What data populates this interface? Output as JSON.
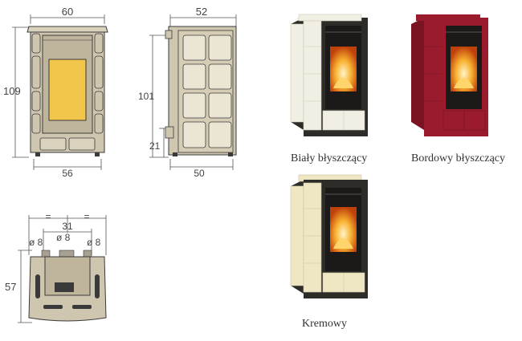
{
  "front_view": {
    "width": "60",
    "height": "109",
    "base_width": "56"
  },
  "side_view": {
    "width": "52",
    "height": "101",
    "outlet_height": "21",
    "base_width": "50"
  },
  "top_view": {
    "depth": "57",
    "spacing": "31",
    "eq_mark": "=",
    "left_pipe": "ø 8",
    "center_pipe": "ø 8",
    "right_pipe": "ø 8"
  },
  "variants": [
    {
      "label": "Biały błyszczący",
      "tile_color": "#f1efe4",
      "body_color": "#2e2c28"
    },
    {
      "label": "Bordowy błyszczący",
      "tile_color": "#9a1c2c",
      "body_color": "#262422"
    },
    {
      "label": "Kremowy",
      "tile_color": "#efe6c4",
      "body_color": "#2e2c28"
    }
  ],
  "colors": {
    "drawing_fill": "#cfc6b0",
    "drawing_stroke": "#3a3a3a",
    "flame_yellow": "#f2c64a"
  }
}
